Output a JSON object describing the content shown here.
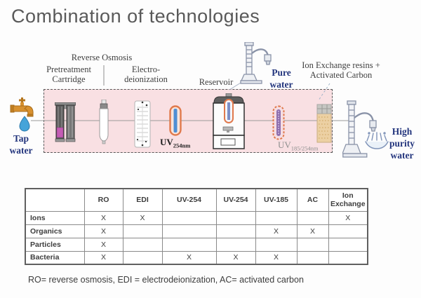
{
  "title": "Combination of technologies",
  "diagram": {
    "stage_labels": {
      "reverse_osmosis": "Reverse Osmosis",
      "pretreatment": "Pretreatment\nCartridge",
      "edi": "Electro-\ndeionization",
      "reservoir": "Reservoir",
      "ion_exchange": "Ion Exchange resins +\nActivated Carbon"
    },
    "water_labels": {
      "tap": "Tap\nwater",
      "pure": "Pure\nwater",
      "high_purity": "High\npurity\nwater"
    },
    "uv254": {
      "main": "UV",
      "sub": "254nm"
    },
    "uv185": {
      "main": "UV",
      "sub": "185/254nm"
    },
    "icons": [
      "tap-icon",
      "pretreatment-cartridge-icon",
      "ro-tube-icon",
      "edi-stack-icon",
      "uv-254-lamp-icon",
      "reservoir-icon",
      "lab-faucet-icon",
      "uv-185-lamp-icon",
      "resin-cartridge-icon",
      "lab-faucet-icon",
      "water-splash-icon"
    ],
    "colors": {
      "accent_blue_text": "#23357d",
      "process_box_pink": "#f9e0e3",
      "uv254_bar_blue": "#4f8fd4",
      "uv185_bar_purple": "#8f6fae",
      "uv_outline_orange": "#e0794c",
      "resin_tan": "#ecd0a3",
      "tap_orange": "#d8912f",
      "drop_blue": "#45a4d9"
    }
  },
  "table": {
    "headers": [
      "",
      "RO",
      "EDI",
      "UV-254",
      "UV-254",
      "UV-185",
      "AC",
      "Ion Exchange"
    ],
    "rows": [
      {
        "label": "Ions",
        "cells": [
          "X",
          "X",
          "",
          "",
          "",
          "",
          "X"
        ]
      },
      {
        "label": "Organics",
        "cells": [
          "X",
          "",
          "",
          "",
          "X",
          "X",
          ""
        ]
      },
      {
        "label": "Particles",
        "cells": [
          "X",
          "",
          "",
          "",
          "",
          "",
          ""
        ]
      },
      {
        "label": "Bacteria",
        "cells": [
          "X",
          "",
          "X",
          "X",
          "X",
          "",
          ""
        ]
      }
    ]
  },
  "caption": "RO= reverse osmosis, EDI = electrodeionization, AC= activated carbon"
}
